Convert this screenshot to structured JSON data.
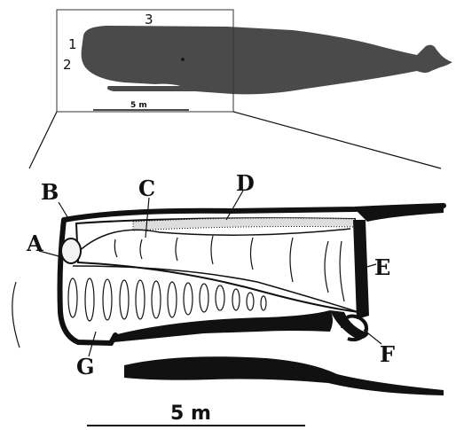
{
  "overview": {
    "labels": {
      "n1": "1",
      "n2": "2",
      "n3": "3"
    },
    "scale_label": "5 m"
  },
  "detail": {
    "labels": {
      "A": "A",
      "B": "B",
      "C": "C",
      "D": "D",
      "E": "E",
      "F": "F",
      "G": "G"
    },
    "scale_label": "5 m"
  },
  "colors": {
    "whale_body": "#4a4a4a",
    "outline": "#111111",
    "background": "#ffffff"
  }
}
